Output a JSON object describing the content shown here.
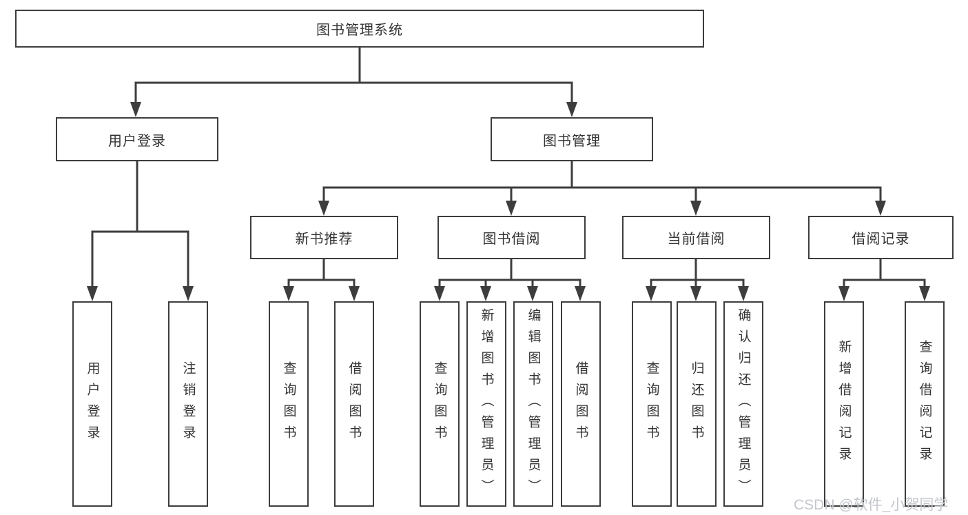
{
  "colors": {
    "line": "#3d3d3d",
    "text": "#333333",
    "box_background": "#ffffff",
    "watermark": "#c3c6cc"
  },
  "watermark": "CSDN @软件_小贺同学",
  "tree": {
    "root": {
      "label": "图书管理系统"
    },
    "branches": [
      {
        "label": "用户登录",
        "children": [
          {
            "label": "用户登录"
          },
          {
            "label": "注销登录"
          }
        ]
      },
      {
        "label": "图书管理",
        "children": [
          {
            "label": "新书推荐",
            "children": [
              {
                "label": "查询图书"
              },
              {
                "label": "借阅图书"
              }
            ]
          },
          {
            "label": "图书借阅",
            "children": [
              {
                "label": "查询图书"
              },
              {
                "label": "新增图书（管理员）"
              },
              {
                "label": "编辑图书（管理员）"
              },
              {
                "label": "借阅图书"
              }
            ]
          },
          {
            "label": "当前借阅",
            "children": [
              {
                "label": "查询图书"
              },
              {
                "label": "归还图书"
              },
              {
                "label": "确认归还（管理员）"
              }
            ]
          },
          {
            "label": "借阅记录",
            "children": [
              {
                "label": "新增借阅记录"
              },
              {
                "label": "查询借阅记录"
              }
            ]
          }
        ]
      }
    ]
  }
}
